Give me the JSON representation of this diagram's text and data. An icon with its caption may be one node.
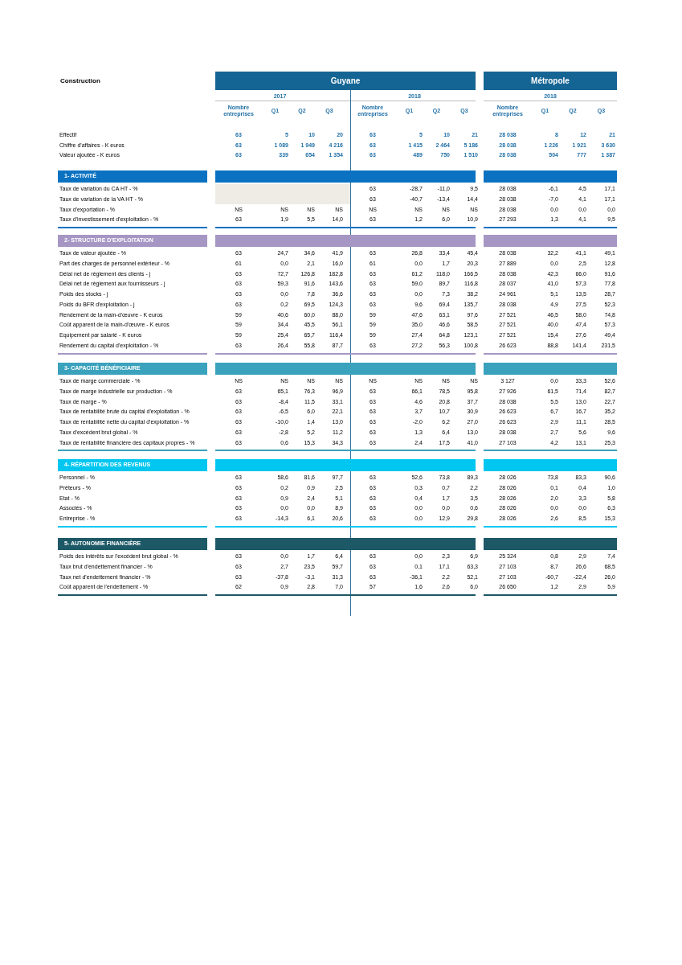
{
  "diagram": {
    "title": "Construction",
    "nodes": [
      {
        "text": [
          "Guyane"
        ]
      },
      {
        "text": [
          "Métropole"
        ]
      },
      {
        "text": [
          "1- ACTIVITÉ"
        ]
      },
      {
        "text": [],
        "shape": "bar"
      },
      {
        "text": [],
        "shape": "bar"
      },
      {
        "text": [
          "2- STRUCTURE D'EXPLOITATION"
        ]
      },
      {
        "text": [],
        "shape": "bar"
      },
      {
        "text": [],
        "shape": "bar"
      },
      {
        "text": [
          "3- CAPACITÉ BÉNÉFICIAIRE"
        ]
      },
      {
        "text": [],
        "shape": "bar"
      },
      {
        "text": [],
        "shape": "bar"
      },
      {
        "text": [
          "4- RÉPARTITION DES REVENUS"
        ]
      },
      {
        "text": [],
        "shape": "bar"
      },
      {
        "text": [],
        "shape": "bar"
      },
      {
        "text": [
          "5- AUTONOMIE FINANCIÈRE"
        ]
      },
      {
        "text": [],
        "shape": "bar"
      },
      {
        "text": [],
        "shape": "bar"
      },
      {
        "text": [],
        "shape": "box"
      }
    ],
    "edges": [],
    "labels": [
      "2017",
      "2018",
      "2018",
      "Nombre entreprises",
      "Q1",
      "Q2",
      "Q3",
      "Nombre entreprises",
      "Q1",
      "Q2",
      "Q3",
      "Nombre entreprises",
      "Q1",
      "Q2",
      "Q3",
      "Effectif",
      "63",
      "5",
      "10",
      "20",
      "63",
      "5",
      "10",
      "21",
      "28 038",
      "8",
      "12",
      "21",
      "Chiffre d'affaires - K euros",
      "63",
      "1 089",
      "1 949",
      "4 216",
      "63",
      "1 415",
      "2 464",
      "5 186",
      "28 038",
      "1 226",
      "1 921",
      "3 630",
      "Valeur ajoutée - K euros",
      "63",
      "339",
      "654",
      "1 354",
      "63",
      "489",
      "750",
      "1 510",
      "28 038",
      "504",
      "777",
      "1 387",
      "Taux de variation du CA HT - %",
      "63",
      "-28,7",
      "-11,0",
      "9,5",
      "28 038",
      "-6,1",
      "4,5",
      "17,1",
      "Taux de variation de la VA HT - %",
      "63",
      "-40,7",
      "-13,4",
      "14,4",
      "28 038",
      "-7,0",
      "4,1",
      "17,1",
      "Taux d'exportation - %",
      "NS",
      "NS",
      "NS",
      "NS",
      "NS",
      "NS",
      "NS",
      "NS",
      "28 038",
      "0,0",
      "0,0",
      "0,0",
      "Taux d'investissement d'exploitation - %",
      "63",
      "1,9",
      "5,5",
      "14,0",
      "63",
      "1,2",
      "6,0",
      "10,9",
      "27 293",
      "1,3",
      "4,1",
      "9,5",
      "Taux de valeur ajoutée - %",
      "63",
      "24,7",
      "34,6",
      "41,9",
      "63",
      "26,8",
      "33,4",
      "45,4",
      "28 038",
      "32,2",
      "41,1",
      "49,1",
      "Part des charges de personnel extérieur - %",
      "61",
      "0,0",
      "2,1",
      "16,0",
      "61",
      "0,0",
      "1,7",
      "20,3",
      "27 889",
      "0,0",
      "2,5",
      "12,8",
      "Délai net de règlement des clients - j",
      "63",
      "72,7",
      "126,8",
      "182,8",
      "63",
      "61,2",
      "118,0",
      "166,5",
      "28 038",
      "42,3",
      "66,0",
      "91,6",
      "Délai net de règlement aux fournisseurs - j",
      "63",
      "59,3",
      "91,6",
      "143,6",
      "63",
      "59,0",
      "89,7",
      "116,8",
      "28 037",
      "41,0",
      "57,3",
      "77,8",
      "Poids des stocks - j",
      "63",
      "0,0",
      "7,8",
      "36,6",
      "63",
      "0,0",
      "7,3",
      "38,2",
      "24 961",
      "5,1",
      "13,5",
      "28,7",
      "Poids du BFR d'exploitation - j",
      "63",
      "0,2",
      "69,5",
      "124,3",
      "63",
      "9,6",
      "69,4",
      "135,7",
      "28 038",
      "4,9",
      "27,5",
      "52,3",
      "Rendement de la main-d'œuvre - K euros",
      "59",
      "40,6",
      "60,0",
      "88,0",
      "59",
      "47,6",
      "63,1",
      "97,6",
      "27 521",
      "46,5",
      "58,0",
      "74,8",
      "Coût apparent de la main-d'œuvre - K euros",
      "59",
      "34,4",
      "45,5",
      "56,1",
      "59",
      "35,0",
      "46,6",
      "58,5",
      "27 521",
      "40,0",
      "47,4",
      "57,3",
      "Equipement par salarié - K euros",
      "59",
      "25,4",
      "65,7",
      "116,4",
      "59",
      "27,4",
      "64,8",
      "123,1",
      "27 521",
      "15,4",
      "27,6",
      "49,4",
      "Rendement du capital d'exploitation - %",
      "63",
      "26,4",
      "55,8",
      "87,7",
      "63",
      "27,2",
      "56,3",
      "100,8",
      "26 623",
      "88,8",
      "141,4",
      "231,5",
      "Taux de marge commerciale - %",
      "NS",
      "NS",
      "NS",
      "NS",
      "NS",
      "NS",
      "NS",
      "NS",
      "3 127",
      "0,0",
      "33,3",
      "52,6",
      "Taux de marge industrielle sur production - %",
      "63",
      "65,1",
      "76,3",
      "96,9",
      "63",
      "66,1",
      "78,5",
      "95,8",
      "27 926",
      "61,5",
      "71,4",
      "82,7",
      "Taux de marge - %",
      "63",
      "-8,4",
      "11,5",
      "33,1",
      "63",
      "4,6",
      "20,8",
      "37,7",
      "28 038",
      "5,5",
      "13,0",
      "22,7",
      "Taux de rentabilité brute du capital d'exploitation - %",
      "63",
      "-6,5",
      "6,0",
      "22,1",
      "63",
      "3,7",
      "10,7",
      "30,9",
      "26 623",
      "6,7",
      "16,7",
      "35,2",
      "Taux de rentabilité nette du capital d'exploitation - %",
      "63",
      "-10,0",
      "1,4",
      "13,0",
      "63",
      "-2,0",
      "6,2",
      "27,0",
      "26 623",
      "2,9",
      "11,1",
      "28,5",
      "Taux d'excédent brut global - %",
      "63",
      "-2,8",
      "5,2",
      "11,2",
      "63",
      "1,3",
      "6,4",
      "13,0",
      "28 038",
      "2,7",
      "5,6",
      "9,6",
      "Taux de rentabilité financière des capitaux propres - %",
      "63",
      "0,6",
      "15,3",
      "34,3",
      "63",
      "2,4",
      "17,5",
      "41,0",
      "27 103",
      "4,2",
      "13,1",
      "25,3",
      "Personnel - %",
      "63",
      "58,6",
      "81,6",
      "97,7",
      "63",
      "52,6",
      "73,8",
      "89,3",
      "28 026",
      "73,8",
      "83,3",
      "90,6",
      "Prêteurs - %",
      "63",
      "0,2",
      "0,9",
      "2,5",
      "63",
      "0,3",
      "0,7",
      "2,2",
      "28 026",
      "0,1",
      "0,4",
      "1,0",
      "Etat - %",
      "63",
      "0,9",
      "2,4",
      "5,1",
      "63",
      "0,4",
      "1,7",
      "3,5",
      "28 026",
      "2,0",
      "3,3",
      "5,8",
      "Associés - %",
      "63",
      "0,0",
      "0,0",
      "8,9",
      "63",
      "0,0",
      "0,0",
      "0,6",
      "28 026",
      "0,0",
      "0,0",
      "6,3",
      "Entreprise - %",
      "63",
      "-14,3",
      "6,1",
      "20,6",
      "63",
      "0,0",
      "12,9",
      "29,8",
      "28 026",
      "2,6",
      "8,5",
      "15,3",
      "Poids des intérêts sur l'excédent brut global - %",
      "63",
      "0,0",
      "1,7",
      "6,4",
      "63",
      "0,0",
      "2,3",
      "6,9",
      "25 324",
      "0,8",
      "2,9",
      "7,4",
      "Taux brut d'endettement financier - %",
      "63",
      "2,7",
      "23,5",
      "59,7",
      "63",
      "0,1",
      "17,1",
      "63,3",
      "27 103",
      "8,7",
      "26,6",
      "68,5",
      "Taux net d'endettement financier - %",
      "63",
      "-37,8",
      "-3,1",
      "31,3",
      "63",
      "-36,1",
      "2,2",
      "52,1",
      "27 103",
      "-60,7",
      "-22,4",
      "26,0",
      "Coût apparent de l'endettement - %",
      "62",
      "0,9",
      "2,8",
      "7,0",
      "57",
      "1,6",
      "2,6",
      "6,0",
      "26 650",
      "1,2",
      "2,9",
      "5,9"
    ]
  }
}
